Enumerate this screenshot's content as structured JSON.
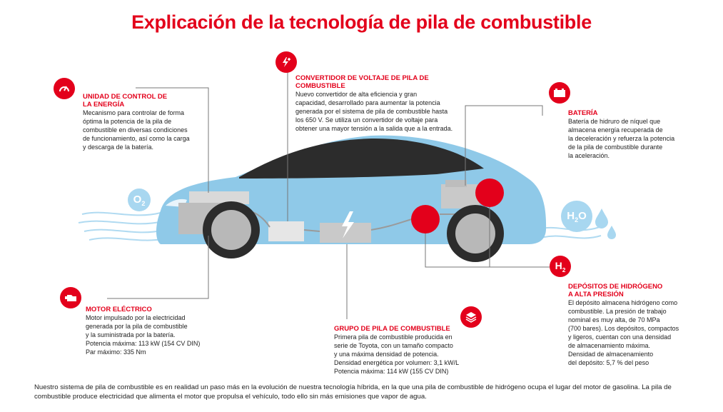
{
  "colors": {
    "accent": "#e3001b",
    "car_body": "#8fc9e8",
    "car_dark": "#2c2c2c",
    "component": "#cfcfcf",
    "water": "#a8d7f0"
  },
  "title": "Explicación de la tecnología de pila de combustible",
  "blocks": {
    "control": {
      "icon": "gauge-icon",
      "heading": [
        "UNIDAD DE CONTROL DE",
        "LA ENERGÍA"
      ],
      "lines": [
        "Mecanismo para controlar de forma",
        "óptima la potencia de la pila de",
        "combustible en diversas condiciones",
        "de funcionamiento, así como la carga",
        "y descarga de la batería."
      ]
    },
    "converter": {
      "icon": "lightning-plus-icon",
      "heading": [
        "CONVERTIDOR DE VOLTAJE DE PILA DE",
        "COMBUSTIBLE"
      ],
      "lines": [
        "Nuevo convertidor de alta eficiencia y gran",
        "capacidad, desarrollado para aumentar la potencia",
        "generada por el sistema de pila de combustible hasta",
        "los 650 V. Se utiliza un convertidor de voltaje para",
        "obtener una mayor tensión a la salida que a la entrada."
      ]
    },
    "battery": {
      "icon": "battery-icon",
      "heading": [
        "BATERÍA"
      ],
      "lines": [
        "Batería de hidruro de níquel que",
        "almacena energía recuperada de",
        "la deceleración y refuerza la potencia",
        "de la pila de combustible durante",
        "la aceleración."
      ]
    },
    "motor": {
      "icon": "engine-icon",
      "heading": [
        "MOTOR ELÉCTRICO"
      ],
      "lines": [
        "Motor impulsado por la electricidad",
        "generada por la pila de combustible",
        "y la suministrada por la batería.",
        "Potencia máxima: 113 kW (154 CV DIN)",
        "Par máximo: 335 Nm"
      ]
    },
    "stack": {
      "icon": "layers-icon",
      "heading": [
        "GRUPO DE PILA DE COMBUSTIBLE"
      ],
      "lines": [
        "Primera pila de combustible producida en",
        "serie de Toyota, con un tamaño compacto",
        "y una máxima densidad de potencia.",
        "Densidad energética por volumen: 3,1 kW/L",
        "Potencia máxima: 114 kW (155 CV DIN)"
      ]
    },
    "tanks": {
      "icon": "h2-icon",
      "badge": "H2",
      "heading": [
        "DEPÓSITOS DE HIDRÓGENO",
        "A ALTA PRESIÓN"
      ],
      "lines": [
        "El depósito almacena hidrógeno como",
        "combustible. La presión de trabajo",
        "nominal es muy alta, de 70 MPa",
        "(700 bares). Los depósitos, compactos",
        " y ligeros, cuentan con una densidad",
        "de almacenamiento máxima.",
        "Densidad de almacenamiento",
        "del depósito: 5,7 % del peso"
      ]
    }
  },
  "labels": {
    "oxygen": "O2",
    "water": "H2O"
  },
  "footer": "Nuestro sistema de pila de combustible es en realidad un paso más en la evolución de nuestra tecnología híbrida, en la que una pila de combustible de hidrógeno ocupa el lugar del motor de gasolina. La pila de combustible produce electricidad que alimenta el motor que propulsa el vehículo, todo ello sin más emisiones que vapor de agua."
}
